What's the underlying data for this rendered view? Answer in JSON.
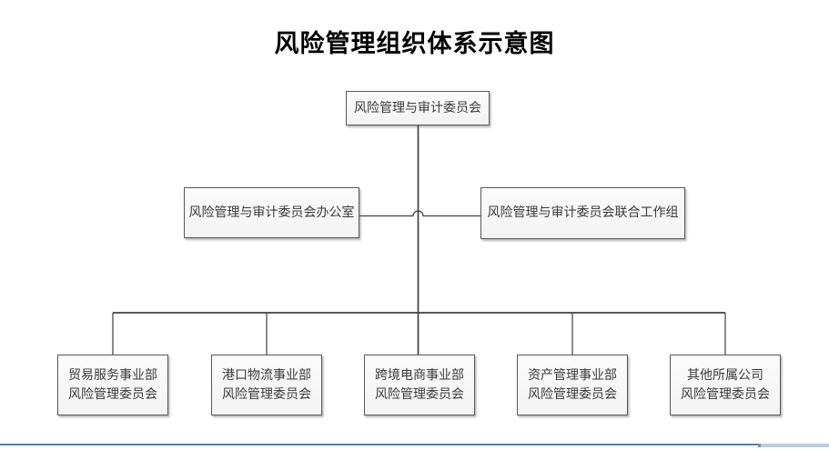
{
  "title": "风险管理组织体系示意图",
  "org_chart": {
    "root": {
      "label": "风险管理与审计委员会"
    },
    "level2": [
      {
        "label": "风险管理与审计委员会办公室"
      },
      {
        "label": "风险管理与审计委员会联合工作组"
      }
    ],
    "level3": [
      {
        "line1": "贸易服务事业部",
        "line2": "风险管理委员会"
      },
      {
        "line1": "港口物流事业部",
        "line2": "风险管理委员会"
      },
      {
        "line1": "跨境电商事业部",
        "line2": "风险管理委员会"
      },
      {
        "line1": "资产管理事业部",
        "line2": "风险管理委员会"
      },
      {
        "line1": "其他所属公司",
        "line2": "风险管理委员会"
      }
    ]
  },
  "colors": {
    "connector_line": "#404040",
    "box_border": "#595959",
    "box_fill": "#f5f5f5",
    "text": "#3a3a3a",
    "window_edge_blue": "#4f81bd",
    "scrollbar_blue": "#b9cde5"
  }
}
